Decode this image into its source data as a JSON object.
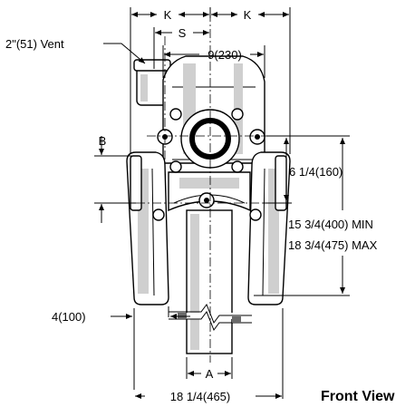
{
  "labels": {
    "k_left": "K",
    "k_right": "K",
    "s": "S",
    "vent": "2\"(51) Vent",
    "width_top": "9(230)",
    "b": "B",
    "height_mid": "6 1/4(160)",
    "height_min": "15 3/4(400) MIN",
    "height_max": "18 3/4(475) MAX",
    "left_offset": "4(100)",
    "a": "A",
    "width_bottom": "18 1/4(465)",
    "view_title": "Front View"
  }
}
